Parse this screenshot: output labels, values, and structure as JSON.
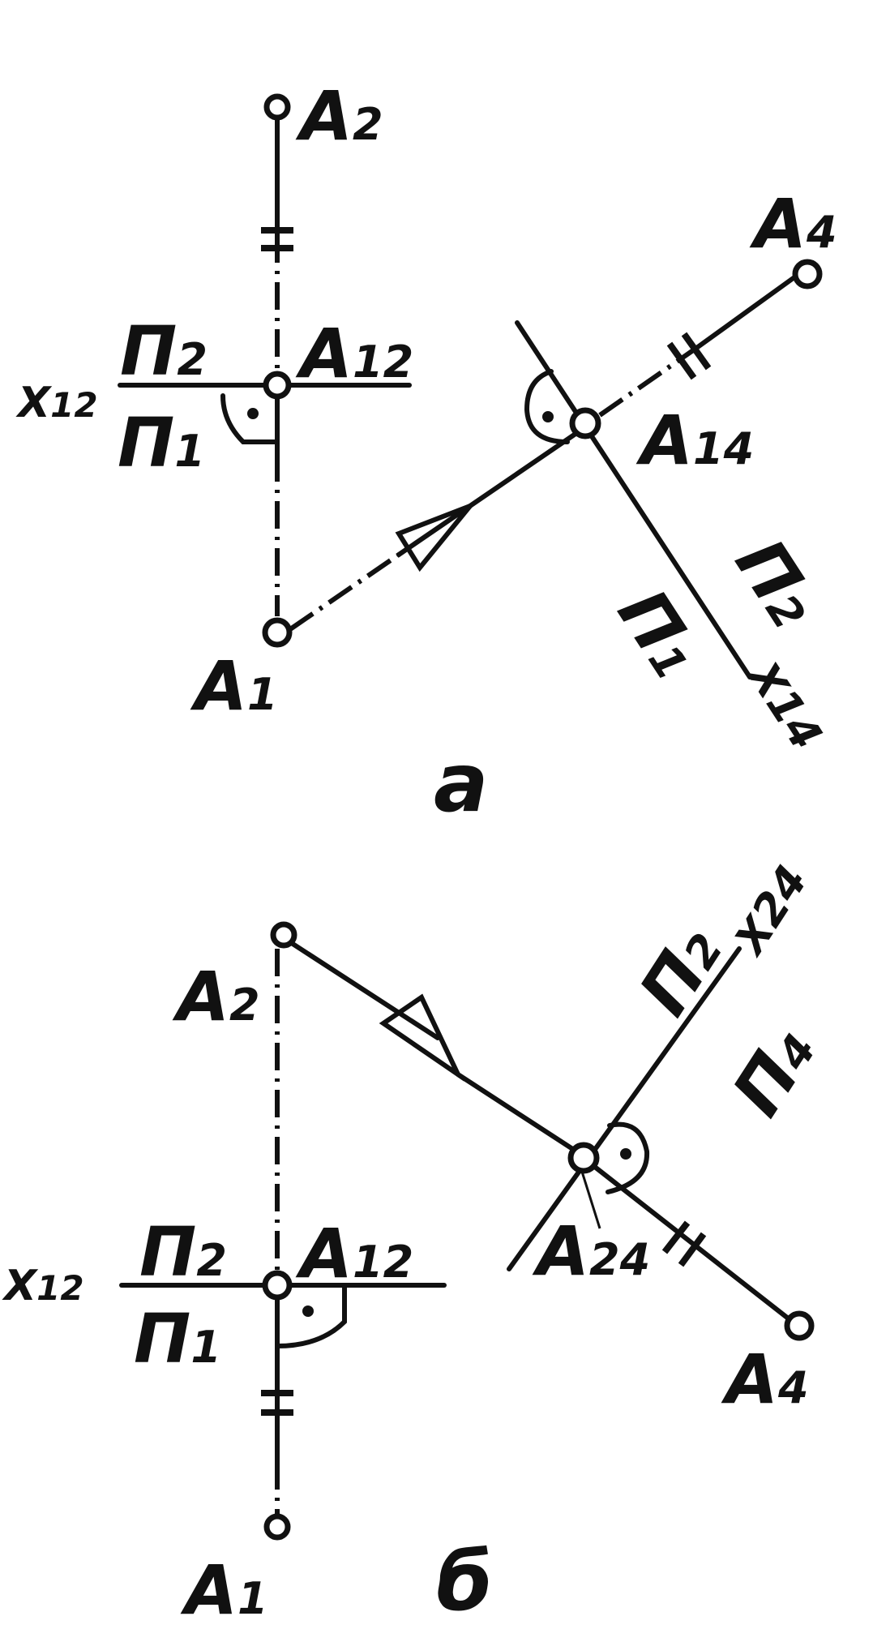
{
  "fig_a": {
    "caption": "а",
    "labels": {
      "A2": {
        "base": "A",
        "sub": "2"
      },
      "A4": {
        "base": "A",
        "sub": "4"
      },
      "A12": {
        "base": "A",
        "sub": "12"
      },
      "A14": {
        "base": "A",
        "sub": "14"
      },
      "A1": {
        "base": "A",
        "sub": "1"
      },
      "x12": {
        "base": "X",
        "sub": "12"
      },
      "P2": {
        "base": "П",
        "sub": "2"
      },
      "P1": {
        "base": "П",
        "sub": "1"
      },
      "rP2": {
        "base": "П",
        "sub": "2"
      },
      "rP1": {
        "base": "П",
        "sub": "1"
      },
      "x14": {
        "base": "X",
        "sub": "14"
      }
    }
  },
  "fig_b": {
    "caption": "б",
    "labels": {
      "A2": {
        "base": "A",
        "sub": "2"
      },
      "A24": {
        "base": "A",
        "sub": "24"
      },
      "A4": {
        "base": "A",
        "sub": "4"
      },
      "A12": {
        "base": "A",
        "sub": "12"
      },
      "A1": {
        "base": "A",
        "sub": "1"
      },
      "x12": {
        "base": "X",
        "sub": "12"
      },
      "P2": {
        "base": "П",
        "sub": "2"
      },
      "P1": {
        "base": "П",
        "sub": "1"
      },
      "rP2": {
        "base": "П",
        "sub": "2"
      },
      "rP4": {
        "base": "П",
        "sub": "4"
      },
      "x24": {
        "base": "X",
        "sub": "24"
      }
    }
  }
}
